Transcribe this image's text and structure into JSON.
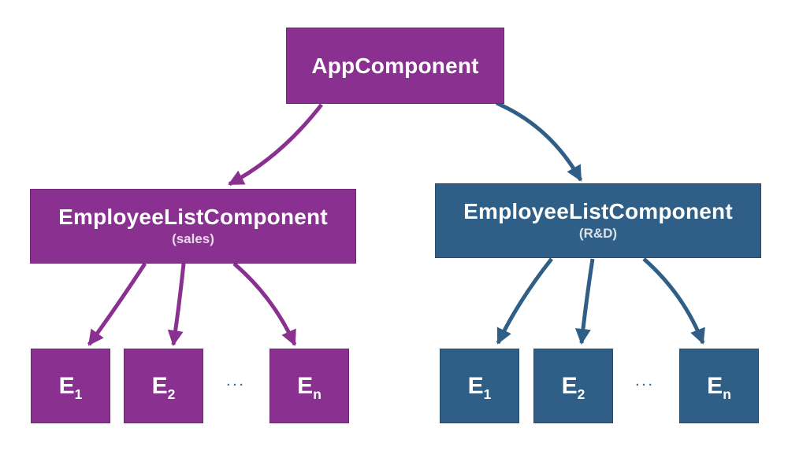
{
  "diagram": {
    "root": {
      "label": "AppComponent"
    },
    "children": [
      {
        "label": "EmployeeListComponent",
        "sublabel": "(sales)",
        "accent_color": "#8A3090",
        "leaves": [
          {
            "base": "E",
            "sub": "1"
          },
          {
            "base": "E",
            "sub": "2"
          },
          {
            "base": "E",
            "sub": "n"
          }
        ],
        "ellipsis": "..."
      },
      {
        "label": "EmployeeListComponent",
        "sublabel": "(R&D)",
        "accent_color": "#2F5F86",
        "leaves": [
          {
            "base": "E",
            "sub": "1"
          },
          {
            "base": "E",
            "sub": "2"
          },
          {
            "base": "E",
            "sub": "n"
          }
        ],
        "ellipsis": "..."
      }
    ],
    "colors": {
      "purple": "#8A3090",
      "blue": "#2F5F86",
      "ellipsis_dots": "#3A6AA0",
      "background": "#FFFFFF",
      "text": "#FFFFFF"
    }
  }
}
